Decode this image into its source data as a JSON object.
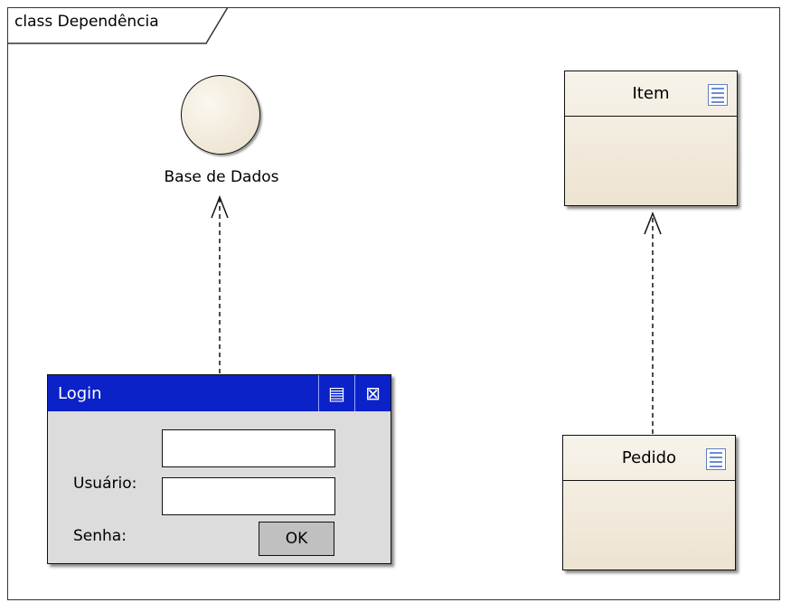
{
  "frame": {
    "label": "class Dependência"
  },
  "entity": {
    "label": "Base de Dados"
  },
  "classes": [
    {
      "name": "Item"
    },
    {
      "name": "Pedido"
    }
  ],
  "login_window": {
    "title": "Login",
    "usuario_label": "Usuário:",
    "senha_label": "Senha:",
    "ok_label": "OK"
  }
}
